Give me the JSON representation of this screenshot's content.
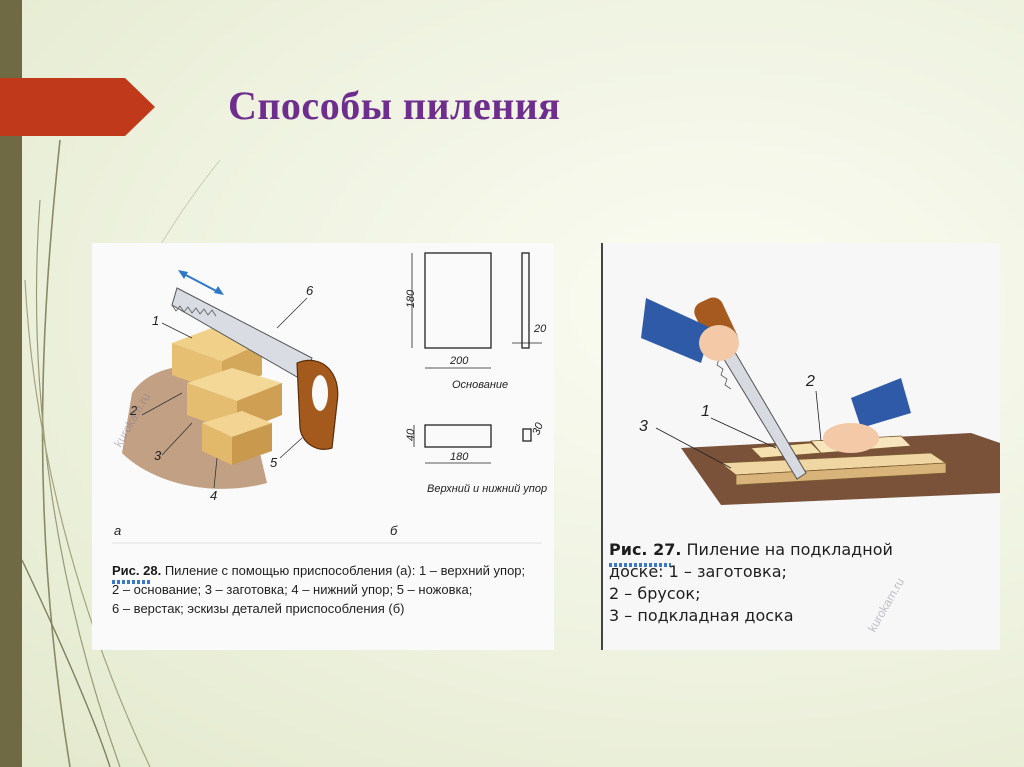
{
  "slide": {
    "title": "Способы пиления"
  },
  "figure_left": {
    "label_a": "а",
    "label_b": "б",
    "numbers": [
      "1",
      "2",
      "3",
      "4",
      "5",
      "6"
    ],
    "dims": {
      "d180_vertical": "180",
      "d200": "200",
      "d20": "20",
      "d40": "40",
      "d180_bottom": "180",
      "d30": "30"
    },
    "osnovanie": "Основание",
    "upor": "Верхний и нижний упор",
    "caption_ris": "Рис. 28.",
    "caption_line1": "Пиление с помощью приспособления (а): 1 – верхний упор;",
    "caption_line2": "2 – основание; 3 – заготовка; 4 – нижний упор; 5 – ножовка;",
    "caption_line3": "6 – верстак; эскизы деталей приспособления (б)",
    "watermark": "kurokam.ru"
  },
  "figure_right": {
    "numbers": [
      "1",
      "2",
      "3"
    ],
    "caption_ris": "Рис. 27.",
    "caption_line1": "Пиление на подкладной",
    "caption_line2": "доске: 1 – заготовка;",
    "caption_line3": "2 – брусок;",
    "caption_line4": "3 – подкладная доска",
    "watermark": "kurokam.ru"
  },
  "colors": {
    "title": "#6d2e8e",
    "arrow": "#c0391b",
    "left_bar": "#6f6a44"
  }
}
